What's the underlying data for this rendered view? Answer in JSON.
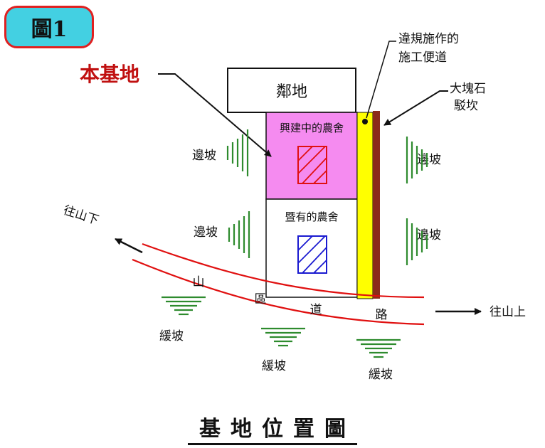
{
  "badge_label": "圖1",
  "caption": "基地位置圖",
  "labels": {
    "site": "本基地",
    "neighbor": "鄰地",
    "building_new": "興建中的農舍",
    "building_existing": "暨有的農舍",
    "illegal_road_line1": "違規施作的",
    "illegal_road_line2": "施工便道",
    "rock_line1": "大塊石",
    "rock_line2": "駁坎",
    "slope": "邊坡",
    "gentle_slope": "緩坡",
    "downhill": "往山下",
    "uphill": "往山上",
    "road_chars": [
      "山",
      "區",
      "道",
      "路"
    ]
  },
  "colors": {
    "site_red": "#c01010",
    "building_new_fill": "#f58bf0",
    "road_yellow": "#ffff00",
    "rock_brown": "#8b2c1a",
    "slope_green": "#2e8b2e",
    "road_red": "#e01010",
    "hatch_red": "#e01010",
    "hatch_blue": "#1a1ad0",
    "badge_bg": "#43d0e2"
  }
}
